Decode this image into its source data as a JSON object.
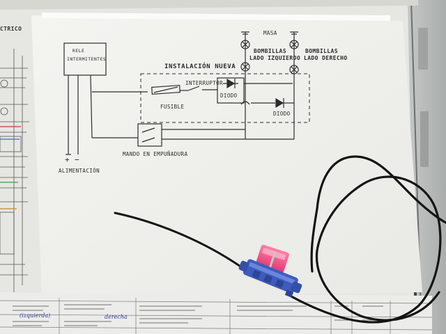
{
  "diagram": {
    "relay_label_line1": "RELE",
    "relay_label_line2": "INTERMITENTES",
    "title": "INSTALACIÓN NUEVA",
    "ground_label": "MASA",
    "left_bulbs_line1": "BOMBILLAS",
    "left_bulbs_line2": "LADO IZQUIERDO",
    "right_bulbs_line1": "BOMBILLAS",
    "right_bulbs_line2": "LADO DERECHO",
    "switch_label": "INTERRUPTOR",
    "fuse_label": "FUSIBLE",
    "diode_label_1": "DIODO",
    "diode_label_2": "DIODO",
    "handlebar_control_label": "MANDO EN EMPUÑADURA",
    "power_label": "ALIMENTACIÓN",
    "plus_sign": "+",
    "minus_sign": "−"
  },
  "background_sheet": {
    "corner_title": "CTRICO"
  },
  "bottom_sheet": {
    "handwritten_1": "(izquierda)",
    "handwritten_2": "derecha"
  },
  "colors": {
    "paper": "#f2f2ef",
    "back_sheet": "#e4e4e0",
    "fixture": "#bfc3c1",
    "wire": "#1a1a1a",
    "fuse_holder": "#3f5fbf",
    "fuse": "#ff5a8c",
    "ink": "#2a2a2a",
    "handwriting": "#2b3f8f"
  }
}
